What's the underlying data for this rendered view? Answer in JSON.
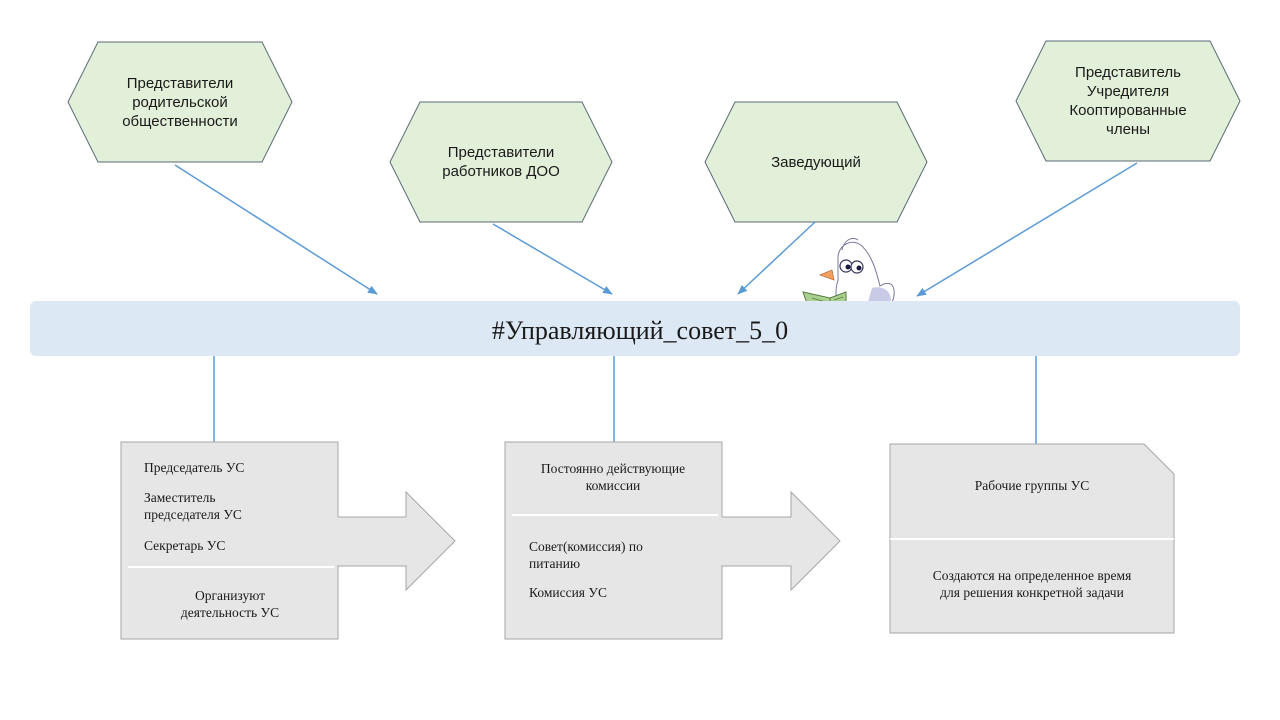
{
  "colors": {
    "hexagon_fill": "#e2efd9",
    "hexagon_border": "#5a6a78",
    "banner_fill": "#dce8f4",
    "arrow_line": "#5b9bd5",
    "box_fill": "#e6e6e6",
    "box_border": "#a6a6a6"
  },
  "icons": {
    "mascot": "seagull-reading-book-icon"
  },
  "top_nodes": [
    {
      "lines": [
        "Представители",
        "родительской",
        "общественности"
      ]
    },
    {
      "lines": [
        "Представители",
        "работников ДОО"
      ]
    },
    {
      "lines": [
        "Заведующий"
      ]
    },
    {
      "lines": [
        "Представитель",
        "Учредителя",
        "Кооптированные",
        "члены"
      ]
    }
  ],
  "banner": {
    "title": "#Управляющий_совет_5_0"
  },
  "left_box": {
    "chair": "Председатель УС",
    "deputy_line1": "Заместитель",
    "deputy_line2": "председателя УС",
    "secretary": "Секретарь  УС",
    "summary_line1": "Организуют",
    "summary_line2": "деятельность  УС"
  },
  "middle_box": {
    "title_line1": "Постоянно действующие",
    "title_line2": "комиссии",
    "item1_line1": "Совет(комиссия) по",
    "item1_line2": "питанию",
    "item2": "Комиссия УС"
  },
  "right_box": {
    "title": "Рабочие группы  УС",
    "desc_line1": "Создаются  на определенное время",
    "desc_line2": "для решения конкретной задачи"
  }
}
